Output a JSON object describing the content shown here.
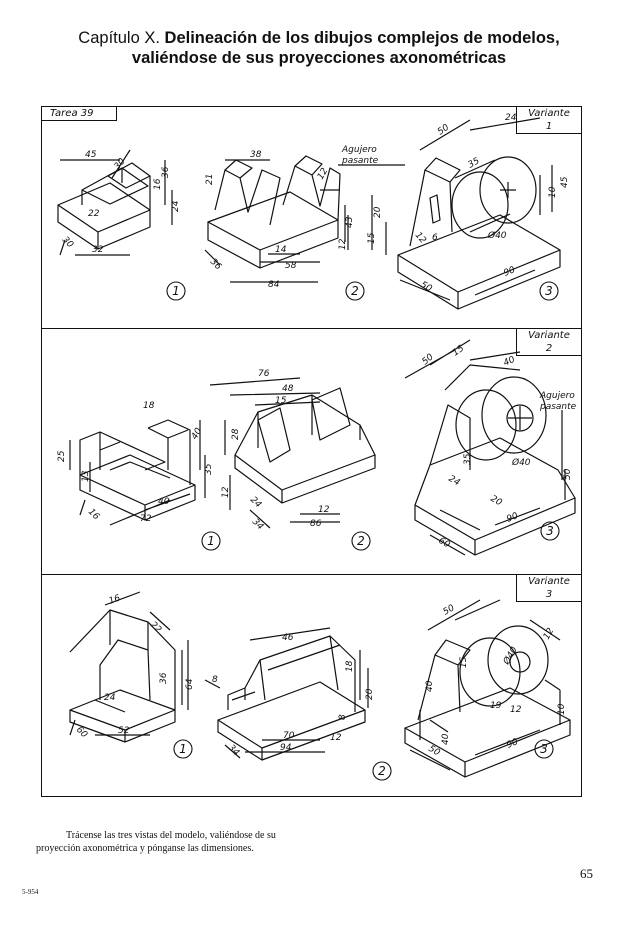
{
  "header": {
    "chapter": "Capítulo X.",
    "title_line1": "Delineación de los dibujos complejos de modelos,",
    "title_line2": "valiéndose de sus proyecciones axonométricas"
  },
  "task_label": "Tarea 39",
  "variants": [
    {
      "label": "Variante 1",
      "models": [
        {
          "number": "1",
          "dimensions": [
            "45",
            "30",
            "22",
            "30",
            "32",
            "24",
            "16",
            "36"
          ]
        },
        {
          "number": "2",
          "dimensions": [
            "38",
            "21",
            "12",
            "43",
            "12",
            "14",
            "58",
            "84",
            "36"
          ]
        },
        {
          "number": "3",
          "dimensions": [
            "Agujero",
            "pasante",
            "50",
            "24",
            "35",
            "20",
            "15",
            "12",
            "6",
            "Ø40",
            "90",
            "50",
            "45",
            "10"
          ]
        }
      ]
    },
    {
      "label": "Variante 2",
      "models": [
        {
          "number": "1",
          "dimensions": [
            "18",
            "40",
            "25",
            "13",
            "35",
            "40",
            "72",
            "16"
          ]
        },
        {
          "number": "2",
          "dimensions": [
            "76",
            "48",
            "15",
            "28",
            "12",
            "24",
            "86",
            "34",
            "12"
          ]
        },
        {
          "number": "3",
          "dimensions": [
            "50",
            "15",
            "40",
            "Agujero",
            "pasante",
            "35",
            "Ø40",
            "24",
            "50",
            "90",
            "60",
            "20"
          ]
        }
      ]
    },
    {
      "label": "Variante 3",
      "models": [
        {
          "number": "1",
          "dimensions": [
            "16",
            "22",
            "36",
            "64",
            "24",
            "52",
            "60"
          ]
        },
        {
          "number": "2",
          "dimensions": [
            "46",
            "8",
            "18",
            "8",
            "20",
            "70",
            "94",
            "34",
            "12"
          ]
        },
        {
          "number": "3",
          "dimensions": [
            "50",
            "40",
            "15",
            "Ø40",
            "12",
            "19",
            "12",
            "10",
            "50",
            "90",
            "40"
          ]
        }
      ]
    }
  ],
  "footnote": {
    "line1": "Trácense las tres vistas del modelo, valiéndose de su",
    "line2": "proyección axonométrica y pónganse las dimensiones."
  },
  "page_number": "65",
  "print_code": "5-954"
}
